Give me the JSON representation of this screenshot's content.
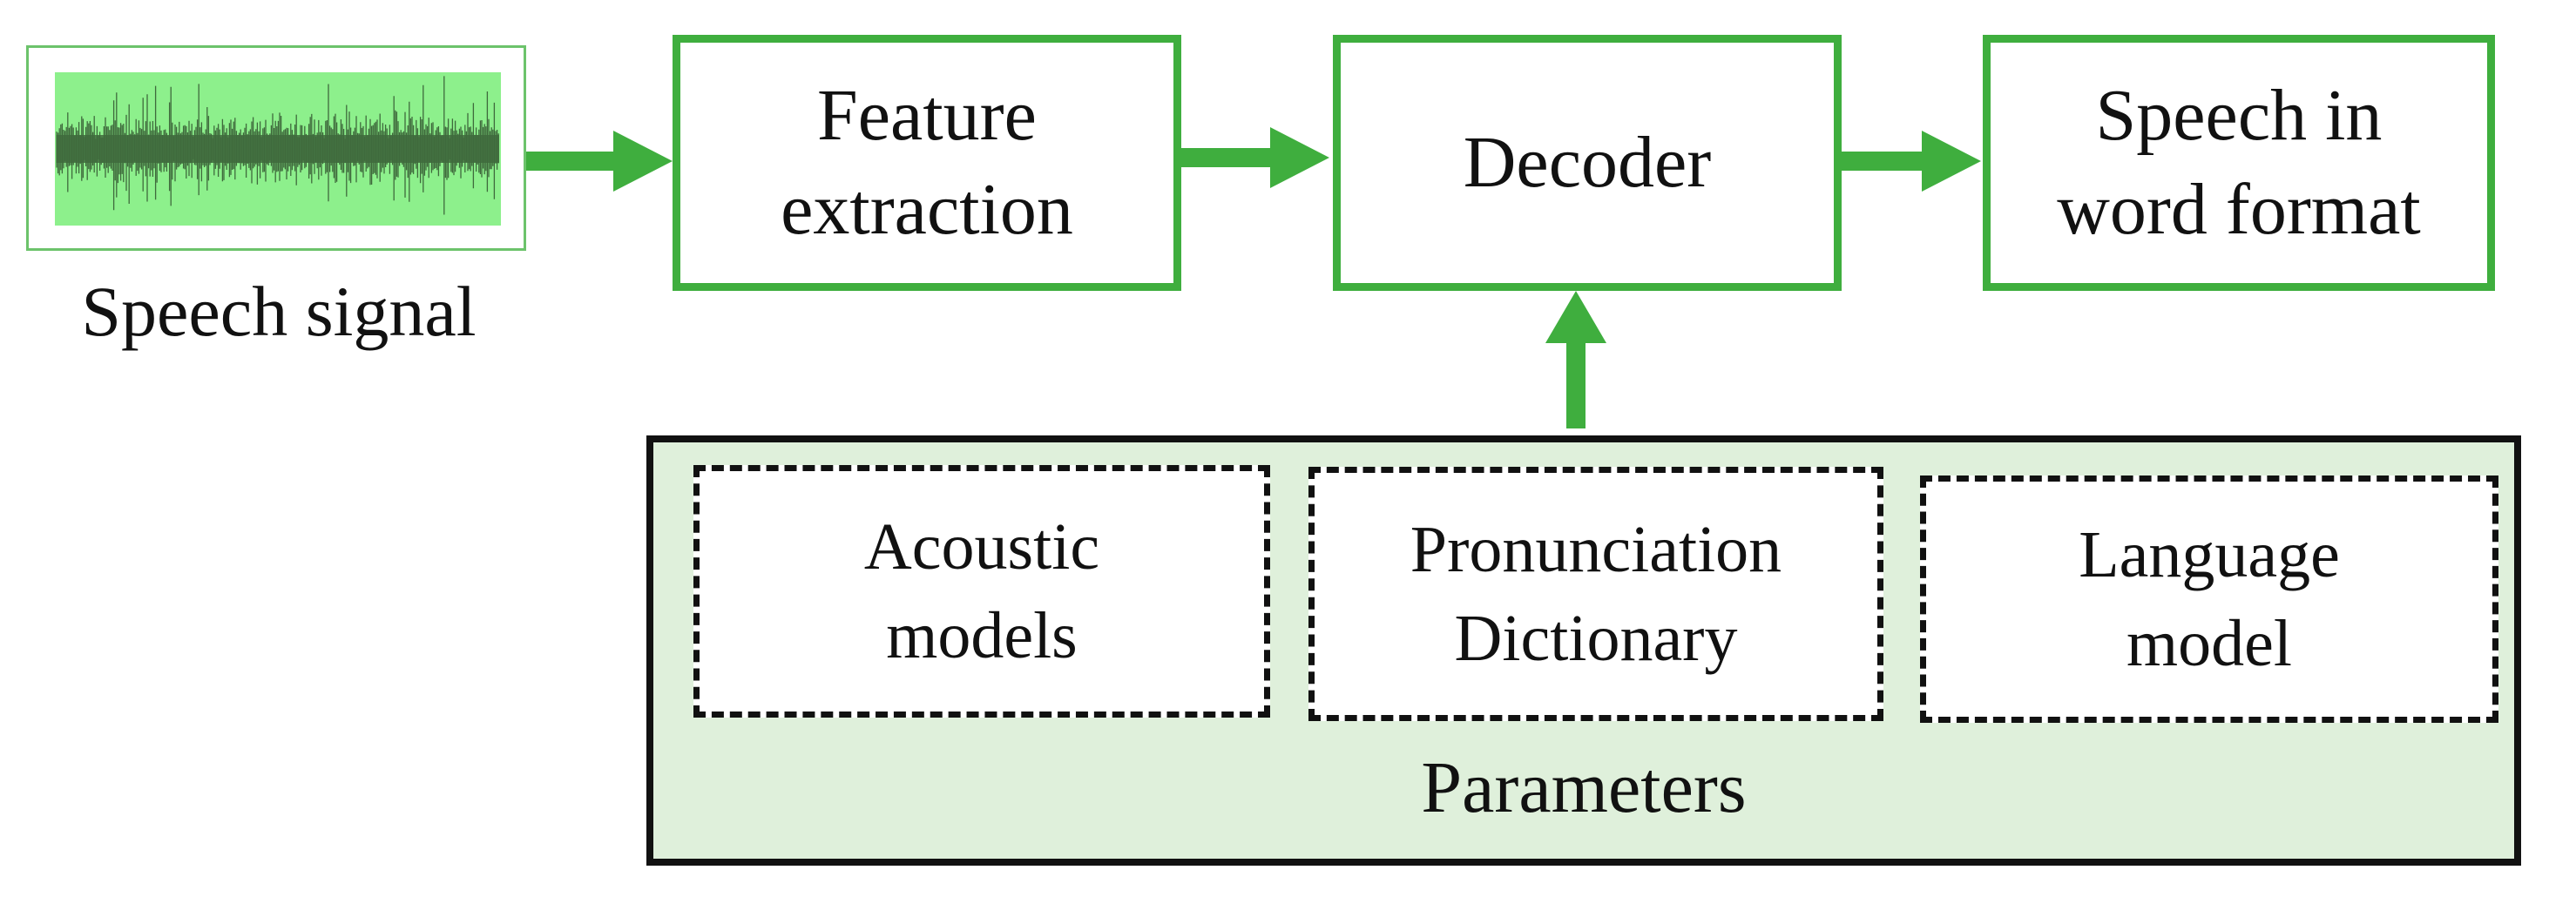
{
  "colors": {
    "accent_green": "#3fae3e",
    "signal_fill": "#8df08c",
    "waveform": "#3f6a3c",
    "params_fill": "#dff0db",
    "outline_dark": "#111111"
  },
  "input": {
    "label": "Speech signal",
    "icon": "waveform-icon"
  },
  "pipeline": {
    "feature_extraction": "Feature\nextraction",
    "decoder": "Decoder",
    "output": "Speech in\nword format"
  },
  "parameters": {
    "title": "Parameters",
    "items": [
      {
        "label": "Acoustic\nmodels"
      },
      {
        "label": "Pronunciation\nDictionary"
      },
      {
        "label": "Language\nmodel"
      }
    ]
  }
}
